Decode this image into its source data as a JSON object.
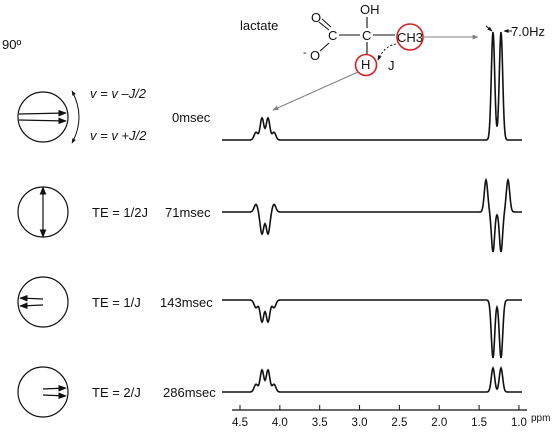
{
  "flip_angle": "90º",
  "molecule": {
    "name": "lactate",
    "atoms": {
      "o_top": "O",
      "oh": "OH",
      "c1": "C",
      "c2": "C",
      "ch3": "CH3",
      "h": "H",
      "o_minus": "O",
      "minus": "-"
    },
    "coupling_label": "J"
  },
  "splitting_label": "7.0Hz",
  "vector_rows": [
    {
      "te": "",
      "time": "0msec",
      "freq_labels": [
        "v = v –J/2",
        "v = v +J/2"
      ]
    },
    {
      "te": "TE = 1/2J",
      "time": "71msec"
    },
    {
      "te": "TE = 1/J",
      "time": "143msec"
    },
    {
      "te": "TE = 2/J",
      "time": "286msec"
    }
  ],
  "axis": {
    "ticks": [
      "4.5",
      "4.0",
      "3.5",
      "3.0",
      "2.5",
      "2.0",
      "1.5",
      "1.0"
    ],
    "unit": "ppm"
  },
  "spectra": [
    {
      "quartet": "upright",
      "doublet": "upright"
    },
    {
      "quartet": "mixed",
      "doublet": "split"
    },
    {
      "quartet": "inverted",
      "doublet": "inverted"
    },
    {
      "quartet": "upright",
      "doublet": "upright"
    }
  ],
  "colors": {
    "circle_highlight": "#d42020",
    "arrow_gray": "#808080"
  }
}
